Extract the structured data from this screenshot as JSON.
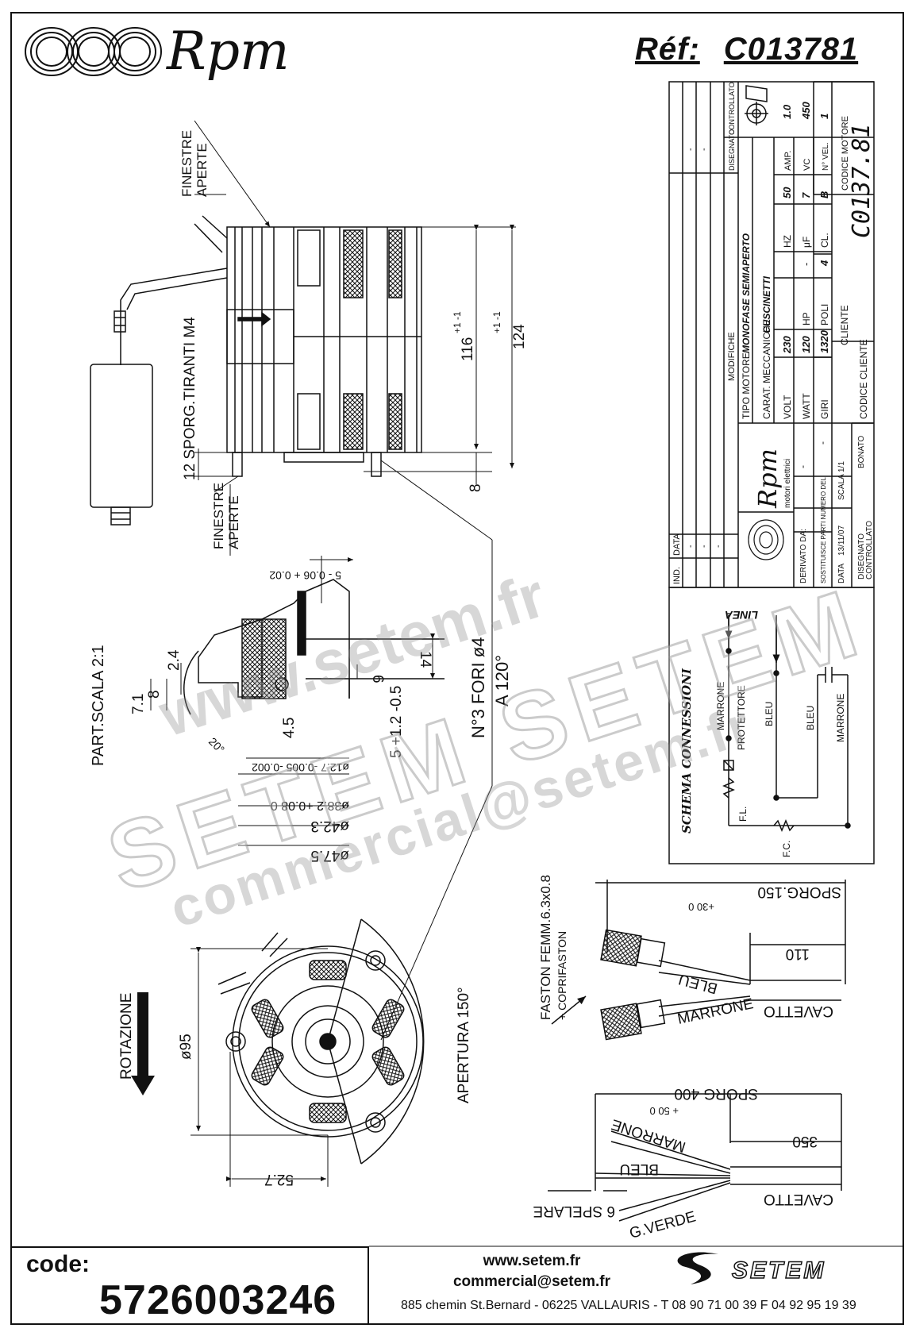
{
  "brand": {
    "name": "Rpm"
  },
  "reference": {
    "label": "Réf:",
    "value": "C013781"
  },
  "drawing": {
    "window_top": [
      "FINESTRE",
      "APERTE"
    ],
    "window_bottom": [
      "FINESTRE",
      "APERTE"
    ],
    "tie_rods": "12 SPORG.TIRANTI M4",
    "dims_side": {
      "d116": "116",
      "tol116": "+1 -1",
      "tolpm": "+1 -1",
      "d124": "124",
      "d8": "8"
    },
    "detail_scale": "PART.SCALA 2:1",
    "detail_dims": [
      "2.4",
      "7.1",
      "8",
      "4.5",
      "6",
      "14",
      "5 +1.2 -0.5",
      "5 - 0.06 + 0.02",
      "20°"
    ],
    "detail_dias": [
      "ø12.7 -0.005 -0.002",
      "ø38.2 +0.08 0",
      "ø42.3",
      "ø47.5"
    ],
    "holes": [
      "N°3 FORI ø4",
      "A 120°"
    ],
    "rotation": "ROTAZIONE",
    "front_dims": {
      "d95": "ø95",
      "d527": "52.7",
      "opening": "APERTURA 150°"
    },
    "faston": [
      "FASTON FEMM.6.3x0.8",
      "+ COPRIFASTON"
    ],
    "sporg150": "SPORG.150",
    "sporg150_tol": "+30 0",
    "len110": "110",
    "wire_bleu": "BLEU",
    "wire_marrone": "MARRONE",
    "cavetto": "CAVETTO",
    "sporg400": "SPORG 400",
    "sporg400_tol": "+ 50 0",
    "len350": "350",
    "spelare": "6 SPELARE",
    "gverde": "G.VERDE"
  },
  "title_block": {
    "columns": [
      "IND.",
      "DATA",
      "MODIFICHE",
      "DISEGNATO",
      "CONTROLLATO"
    ],
    "row_marks": [
      "-",
      "-",
      "-",
      "-",
      "-"
    ],
    "tipo_motore_label": "TIPO MOTORE",
    "tipo_motore_value": "MONOFASE SEMIAPERTO",
    "carat_label": "CARAT. MECCANICHE",
    "carat_value": "CUSCINETTI",
    "volt_label": "VOLT",
    "volt_value": "230",
    "hz_label": "HZ",
    "hz_value": "50",
    "amp_label": "AMP.",
    "amp_value": "1.0",
    "watt_label": "WATT",
    "watt_value": "120",
    "hp_label": "HP",
    "hp_value": "-",
    "uf_label": "μF",
    "uf_value": "7",
    "vc_label": "VC",
    "vc_value": "450",
    "giri_label": "GIRI",
    "giri_value": "1320",
    "poli_label": "POLI",
    "poli_value": "4",
    "cl_label": "CL.",
    "cl_value": "B",
    "nvel_label": "N° VEL.",
    "nvel_value": "1",
    "cliente_label": "CLIENTE",
    "codice_motore_label": "CODICE MOTORE",
    "codice_motore_value": "C0137.81",
    "codice_cliente_label": "CODICE CLIENTE",
    "derivato_label": "DERIVATO DA:",
    "derivato_value": "-",
    "sostituisce_label": "SOSTITUISCE PARTI NUMERO DEL",
    "sostituisce_value": "-",
    "data_label": "DATA",
    "data_value": "13/11/07",
    "scala_label": "SCALA",
    "scala_value": "1/1",
    "disegnato_label": "DISEGNATO",
    "disegnato_value": "BONATO",
    "controllato_label": "CONTROLLATO",
    "logo_name": "Rpm",
    "logo_sub": "motori elettrici"
  },
  "schema": {
    "title": "SCHEMA CONNESSIONI",
    "linea": "LINEA",
    "marrone": "MARRONE",
    "protettore": "PROTETTORE",
    "bleu1": "BLEU",
    "bleu2": "BLEU",
    "marrone2": "MARRONE",
    "fl": "F.L.",
    "fc": "F.C."
  },
  "watermarks": [
    "www.setem.fr",
    "SETEM SETEM",
    "commercial@setem.fr"
  ],
  "footer": {
    "code_label": "code:",
    "code_value": "5726003246",
    "website": "www.setem.fr",
    "email": "commercial@setem.fr",
    "address": "885 chemin St.Bernard  -  06225 VALLAURIS  -  T 08 90 71 00 39   F 04 92 95 19 39",
    "logo": "SETEM"
  }
}
